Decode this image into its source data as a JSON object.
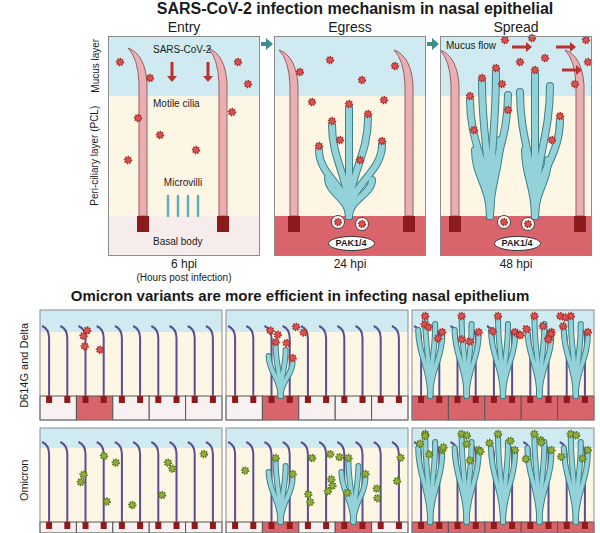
{
  "diagram": {
    "title": "SARS-CoV-2 infection mechanism in nasal epithelial",
    "nodes": [
      {
        "text": [
          "Entry"
        ]
      },
      {
        "text": [
          "Egress"
        ]
      },
      {
        "text": [
          "Spread"
        ]
      },
      {
        "text": [
          "PAK1/4"
        ],
        "in": 1
      },
      {
        "text": [
          "PAK1/4"
        ],
        "in": 2
      }
    ],
    "edges": [
      {
        "from": 0,
        "to": 1,
        "arrow": "to"
      },
      {
        "from": 1,
        "to": 2,
        "arrow": "to"
      }
    ],
    "labels": [
      "Omicron variants are more efficient in infecting nasal epithelium",
      "Mucus layer",
      "Peri-ciliary layer (PCL)",
      "SARS-CoV-2",
      "Motile cilia",
      "Microvilli",
      "Basal body",
      "6 hpi",
      "(Hours post infection)",
      "24 hpi",
      "48 hpi",
      "Mucus flow",
      "D614G and Delta",
      "Omicron"
    ]
  }
}
